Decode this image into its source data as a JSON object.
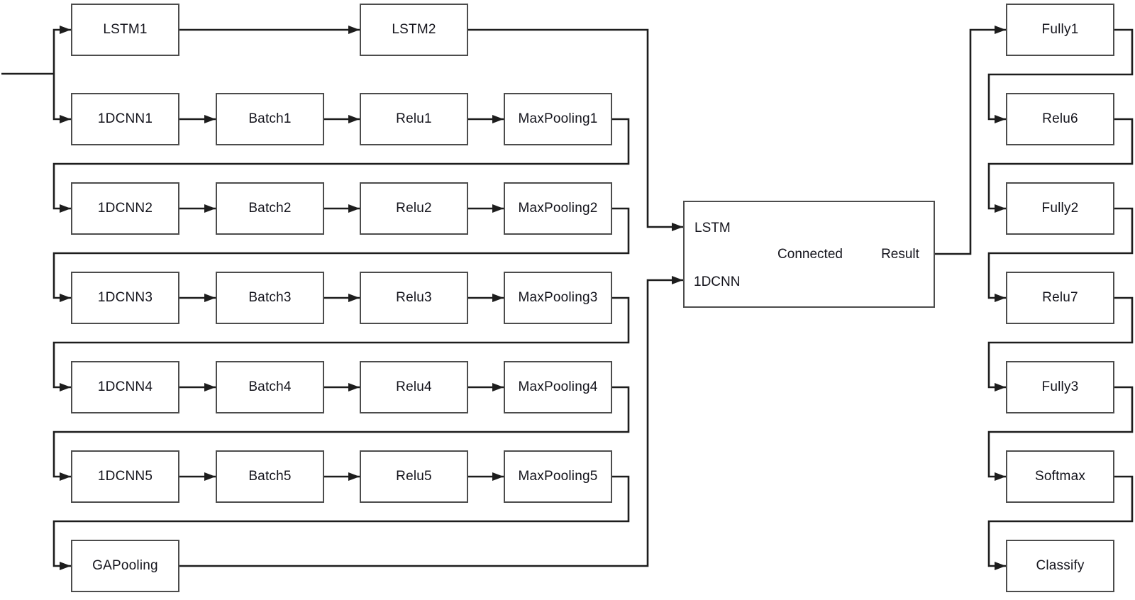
{
  "nodes": {
    "lstm1": "LSTM1",
    "lstm2": "LSTM2",
    "cnn1": "1DCNN1",
    "cnn2": "1DCNN2",
    "cnn3": "1DCNN3",
    "cnn4": "1DCNN4",
    "cnn5": "1DCNN5",
    "batch1": "Batch1",
    "batch2": "Batch2",
    "batch3": "Batch3",
    "batch4": "Batch4",
    "batch5": "Batch5",
    "relu1": "Relu1",
    "relu2": "Relu2",
    "relu3": "Relu3",
    "relu4": "Relu4",
    "relu5": "Relu5",
    "max1": "MaxPooling1",
    "max2": "MaxPooling2",
    "max3": "MaxPooling3",
    "max4": "MaxPooling4",
    "max5": "MaxPooling5",
    "gapooling": "GAPooling",
    "fully1": "Fully1",
    "relu6": "Relu6",
    "fully2": "Fully2",
    "relu7": "Relu7",
    "fully3": "Fully3",
    "softmax": "Softmax",
    "classify": "Classify"
  },
  "merge_box": {
    "port_top": "LSTM",
    "port_bottom": "1DCNN",
    "center_label": "Connected",
    "output_label": "Result"
  },
  "edges": [
    [
      "Input",
      "LSTM1"
    ],
    [
      "Input",
      "1DCNN1"
    ],
    [
      "LSTM1",
      "LSTM2"
    ],
    [
      "LSTM2",
      "Connected.LSTM"
    ],
    [
      "1DCNN1",
      "Batch1"
    ],
    [
      "Batch1",
      "Relu1"
    ],
    [
      "Relu1",
      "MaxPooling1"
    ],
    [
      "MaxPooling1",
      "1DCNN2"
    ],
    [
      "1DCNN2",
      "Batch2"
    ],
    [
      "Batch2",
      "Relu2"
    ],
    [
      "Relu2",
      "MaxPooling2"
    ],
    [
      "MaxPooling2",
      "1DCNN3"
    ],
    [
      "1DCNN3",
      "Batch3"
    ],
    [
      "Batch3",
      "Relu3"
    ],
    [
      "Relu3",
      "MaxPooling3"
    ],
    [
      "MaxPooling3",
      "1DCNN4"
    ],
    [
      "1DCNN4",
      "Batch4"
    ],
    [
      "Batch4",
      "Relu4"
    ],
    [
      "Relu4",
      "MaxPooling4"
    ],
    [
      "MaxPooling4",
      "1DCNN5"
    ],
    [
      "1DCNN5",
      "Batch5"
    ],
    [
      "Batch5",
      "Relu5"
    ],
    [
      "Relu5",
      "MaxPooling5"
    ],
    [
      "MaxPooling5",
      "GAPooling"
    ],
    [
      "GAPooling",
      "Connected.1DCNN"
    ],
    [
      "Connected.Result",
      "Fully1"
    ],
    [
      "Fully1",
      "Relu6"
    ],
    [
      "Relu6",
      "Fully2"
    ],
    [
      "Fully2",
      "Relu7"
    ],
    [
      "Relu7",
      "Fully3"
    ],
    [
      "Fully3",
      "Softmax"
    ],
    [
      "Softmax",
      "Classify"
    ]
  ],
  "colors": {
    "line": "#1d1d1d",
    "box_border": "#4c4c4c",
    "text": "#14141c",
    "background": "#ffffff"
  }
}
